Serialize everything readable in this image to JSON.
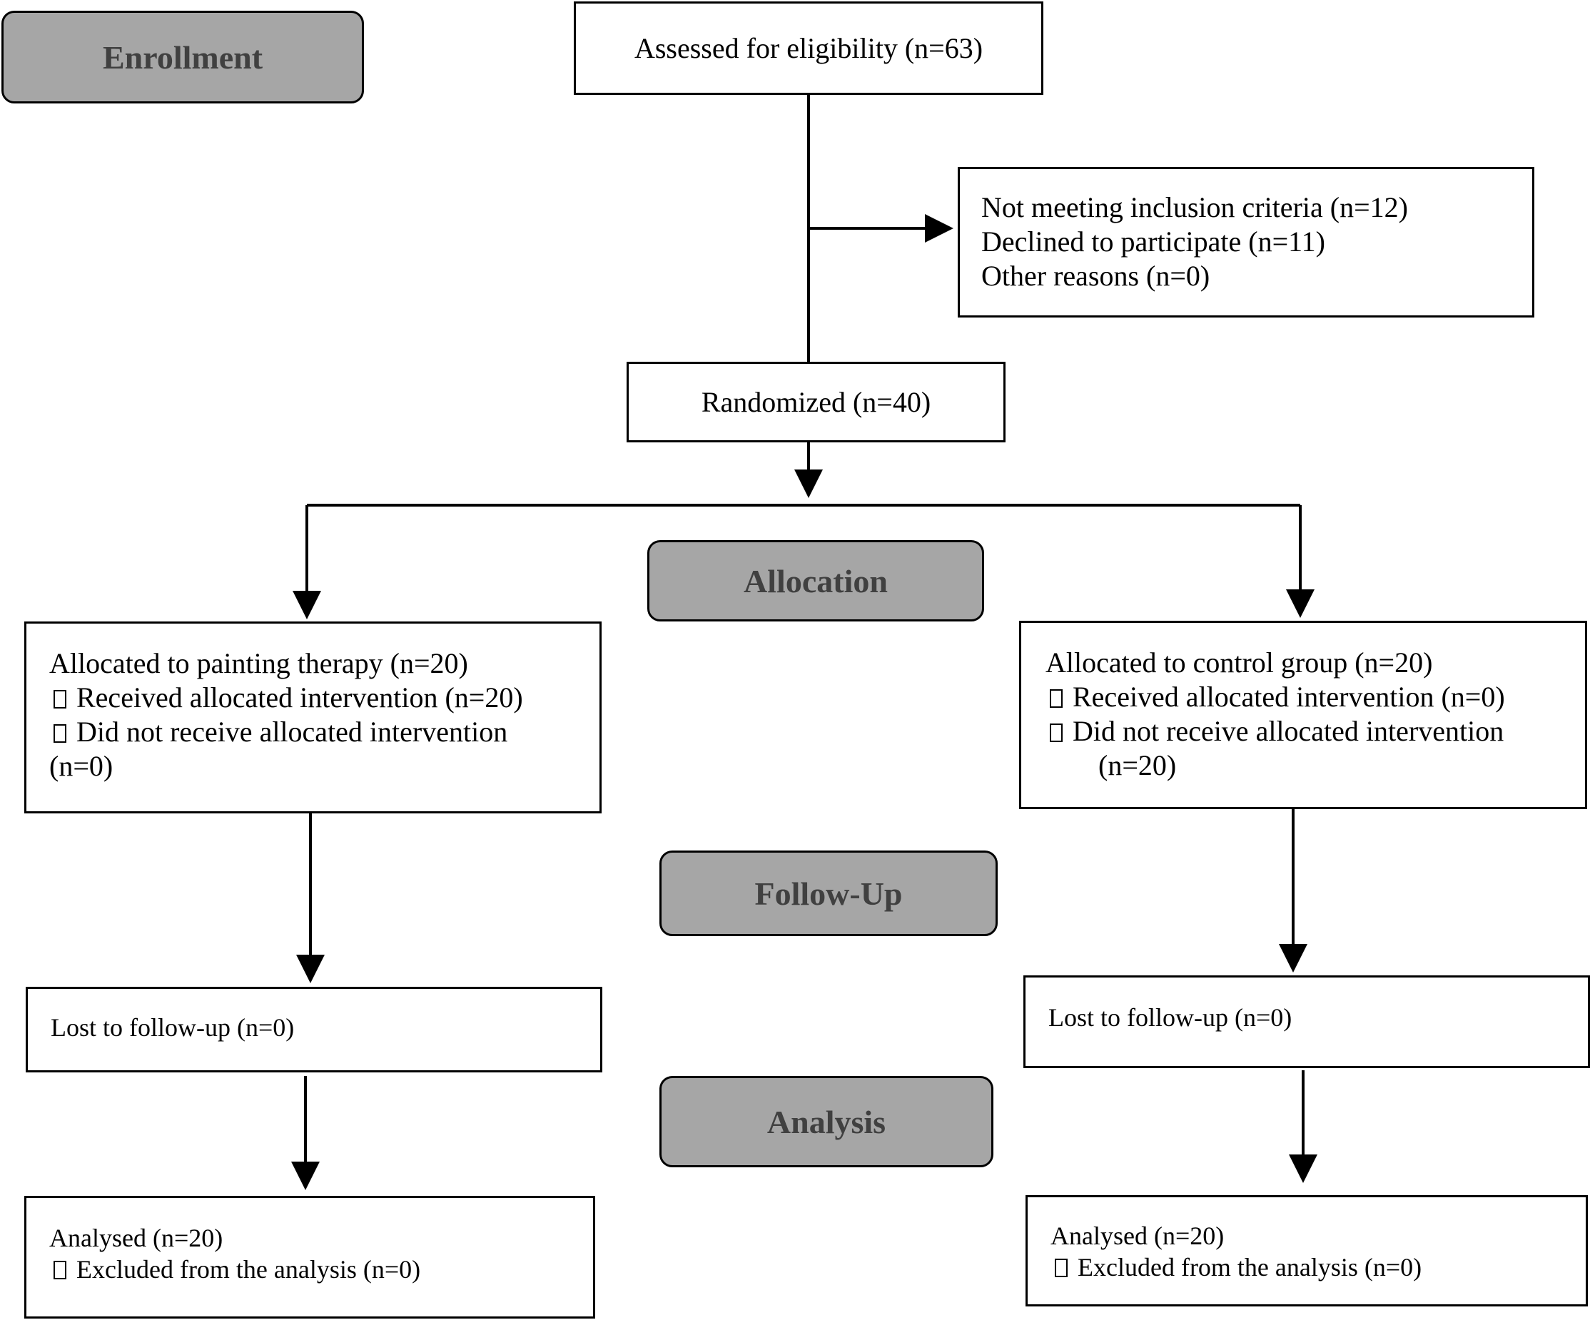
{
  "stages": {
    "enrollment": "Enrollment",
    "allocation": "Allocation",
    "follow_up": "Follow-Up",
    "analysis": "Analysis"
  },
  "assessed": "Assessed for eligibility (n=63)",
  "excluded": [
    "Not meeting inclusion criteria (n=12)",
    "Declined to participate (n=11)",
    "Other reasons (n=0)"
  ],
  "randomized": "Randomized (n=40)",
  "left_arm": {
    "allocated": "Allocated to painting therapy (n=20)",
    "received": "Received allocated intervention (n=20)",
    "not_received": "Did not receive allocated intervention",
    "not_received_n": "(n=0)",
    "lost": "Lost to follow-up (n=0)",
    "analysed": "Analysed (n=20)",
    "excluded_analysis": "Excluded from the analysis (n=0)"
  },
  "right_arm": {
    "allocated": "Allocated to control group (n=20)",
    "received": "Received allocated intervention (n=0)",
    "not_received": "Did not receive allocated intervention",
    "not_received_n": "(n=20)",
    "lost": "Lost to follow-up (n=0)",
    "analysed": "Analysed (n=20)",
    "excluded_analysis": "Excluded from the analysis (n=0)"
  }
}
